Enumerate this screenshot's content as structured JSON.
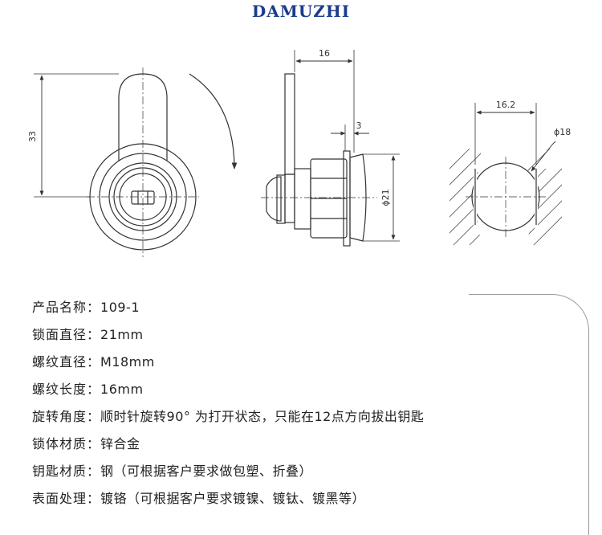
{
  "brand": "DAMUZHI",
  "dimensions": {
    "height": "33",
    "length": "16",
    "flange": "3",
    "body_diameter": "ϕ21",
    "cutout_width": "16.2",
    "cutout_diameter": "ϕ18"
  },
  "specs": [
    {
      "label": "产品名称：",
      "value": "109-1"
    },
    {
      "label": "锁面直径：",
      "value": "21mm"
    },
    {
      "label": "螺纹直径：",
      "value": "M18mm"
    },
    {
      "label": "螺纹长度：",
      "value": "16mm"
    },
    {
      "label": "旋转角度：",
      "value": "顺时针旋转90° 为打开状态，只能在12点方向拔出钥匙"
    },
    {
      "label": "锁体材质：",
      "value": "锌合金"
    },
    {
      "label": "钥匙材质：",
      "value": "钢（可根据客户要求做包塑、折叠）"
    },
    {
      "label": "表面处理：",
      "value": "镀铬（可根据客户要求镀镍、镀钛、镀黑等）"
    }
  ]
}
